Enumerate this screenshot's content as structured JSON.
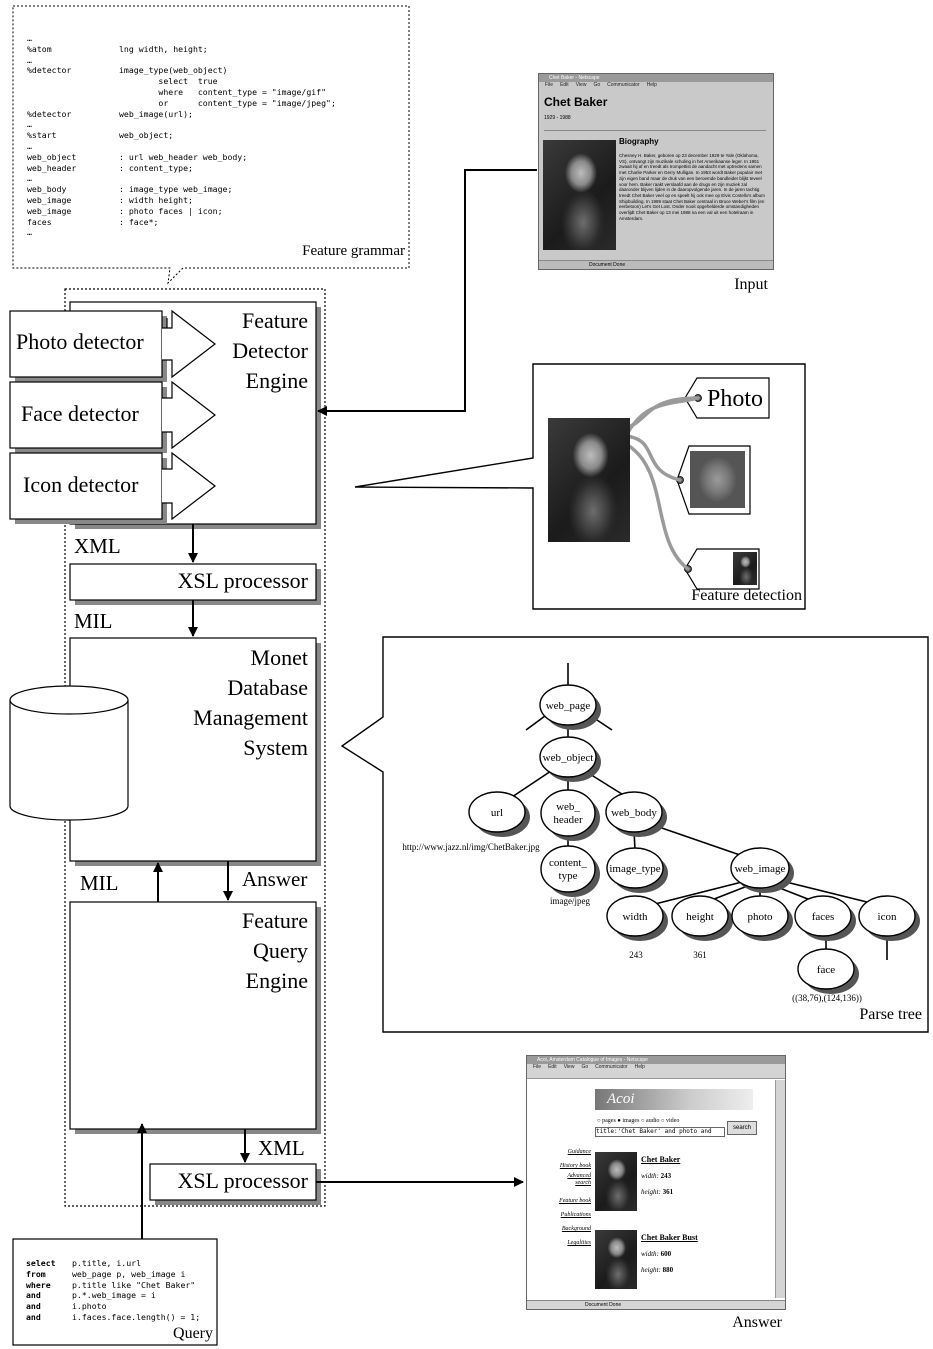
{
  "grammar": {
    "lines": [
      {
        "a": "…",
        "b": ""
      },
      {
        "a": "%atom",
        "b": "lng width, height;"
      },
      {
        "a": "…",
        "b": ""
      },
      {
        "a": "%detector",
        "b": "image_type(web_object)"
      },
      {
        "a": "",
        "b": "        select  true"
      },
      {
        "a": "",
        "b": "        where   content_type = \"image/gif\""
      },
      {
        "a": "",
        "b": "        or      content_type = \"image/jpeg\";"
      },
      {
        "a": "%detector",
        "b": "web_image(url);"
      },
      {
        "a": "…",
        "b": ""
      },
      {
        "a": "%start",
        "b": "web_object;"
      },
      {
        "a": "…",
        "b": ""
      },
      {
        "a": "web_object",
        "b": ": url web_header web_body;"
      },
      {
        "a": "web_header",
        "b": ": content_type;"
      },
      {
        "a": "…",
        "b": ""
      },
      {
        "a": "web_body",
        "b": ": image_type web_image;"
      },
      {
        "a": "web_image",
        "b": ": width height;"
      },
      {
        "a": "web_image",
        "b": ": photo faces | icon;"
      },
      {
        "a": "faces",
        "b": ": face*;"
      },
      {
        "a": "…",
        "b": ""
      }
    ],
    "caption": "Feature grammar"
  },
  "engine": {
    "fde": [
      "Feature",
      "Detector",
      "Engine"
    ],
    "detectors": [
      "Photo detector",
      "Face detector",
      "Icon detector"
    ],
    "xml_label": "XML",
    "xsl1": "XSL processor",
    "mil_label": "MIL",
    "monet": [
      "Monet",
      "Database",
      "Management",
      "System"
    ],
    "mil2": "MIL",
    "answer_label": "Answer",
    "fqe": [
      "Feature",
      "Query",
      "Engine"
    ],
    "xml2": "XML",
    "xsl2": "XSL processor"
  },
  "input_shot": {
    "titlebar": "Chet Baker - Netscape",
    "menu": [
      "File",
      "Edit",
      "View",
      "Go",
      "Communicator",
      "Help"
    ],
    "heading": "Chet Baker",
    "years": "1929 - 1988",
    "subheading": "Biography",
    "bio": "Chesney H. Baker, geboren op 23 december 1929 te Yale (Oklahoma, VS), ontvangt zijn muzikale scholing in het Amerikaanse leger. In 1951 zwaait hij af en treedt als trompettist de aandacht met optredens samen met Charlie Parker en Gerry Mulligan. In 1953 wordt Baker populair met zijn eigen band maar de druk van een beroemde bandleider blijkt teveel voor hem. Baker raakt verslaafd aan de drugs en zijn muziek zal daaronder blijven lijden in de daaropvolgende jaren. In de jaren tachtig treedt Chet Baker veel op en speelt hij ook mee op Elvis Costello's album Shipbuilding. In 1989 staat Chet Baker centraal in Bruce Weber's film (en eerbetoon) Let's Get Lost. Onder nooit opgehelderde omstandigheden overlijdt Chet Baker op 13 mei 1988 na een val uit een hotelraam in Amsterdam.",
    "status": "Document Done",
    "caption": "Input"
  },
  "feature_detection": {
    "tag": "Photo",
    "caption": "Feature detection"
  },
  "parse_tree": {
    "nodes": {
      "web_page": "web_page",
      "web_object": "web_object",
      "url": "url",
      "web_header": [
        "web_",
        "header"
      ],
      "web_body": "web_body",
      "content_type": [
        "content_",
        "type"
      ],
      "image_type": "image_type",
      "web_image": "web_image",
      "width": "width",
      "height": "height",
      "photo": "photo",
      "faces": "faces",
      "icon": "icon",
      "face": "face"
    },
    "values": {
      "url": "http://www.jazz.nl/img/ChetBaker.jpg",
      "content_type": "image/jpeg",
      "width": "243",
      "height": "361",
      "face": "((38,76),(124,136))"
    },
    "caption": "Parse tree"
  },
  "answer_shot": {
    "titlebar": "Acoi, Amsterdam Catalogue of Images - Netscape",
    "menu": [
      "File",
      "Edit",
      "View",
      "Go",
      "Communicator",
      "Help"
    ],
    "logo": "Acoi",
    "radios": [
      "pages",
      "images",
      "audio",
      "video"
    ],
    "search_text": "title:'Chet Baker' and photo and",
    "search_button": "search",
    "side_links": [
      "Guidance",
      "History book",
      "Advanced search",
      "Feature book",
      "Publications",
      "Background",
      "Legalities"
    ],
    "results": [
      {
        "title": "Chet Baker",
        "width_label": "width:",
        "width": "243",
        "height_label": "height:",
        "height": "361"
      },
      {
        "title": "Chet Baker Bust",
        "width_label": "width:",
        "width": "600",
        "height_label": "height:",
        "height": "880"
      }
    ],
    "status": "Document Done",
    "caption": "Answer"
  },
  "query": {
    "lines": [
      {
        "k": "select",
        "v": "p.title, i.url"
      },
      {
        "k": "from",
        "v": "web_page p, web_image i"
      },
      {
        "k": "where",
        "v": "p.title like \"Chet Baker\""
      },
      {
        "k": "and",
        "v": "p.*.web_image = i"
      },
      {
        "k": "and",
        "v": "i.photo"
      },
      {
        "k": "and",
        "v": "i.faces.face.length() = 1;"
      }
    ],
    "caption": "Query"
  }
}
